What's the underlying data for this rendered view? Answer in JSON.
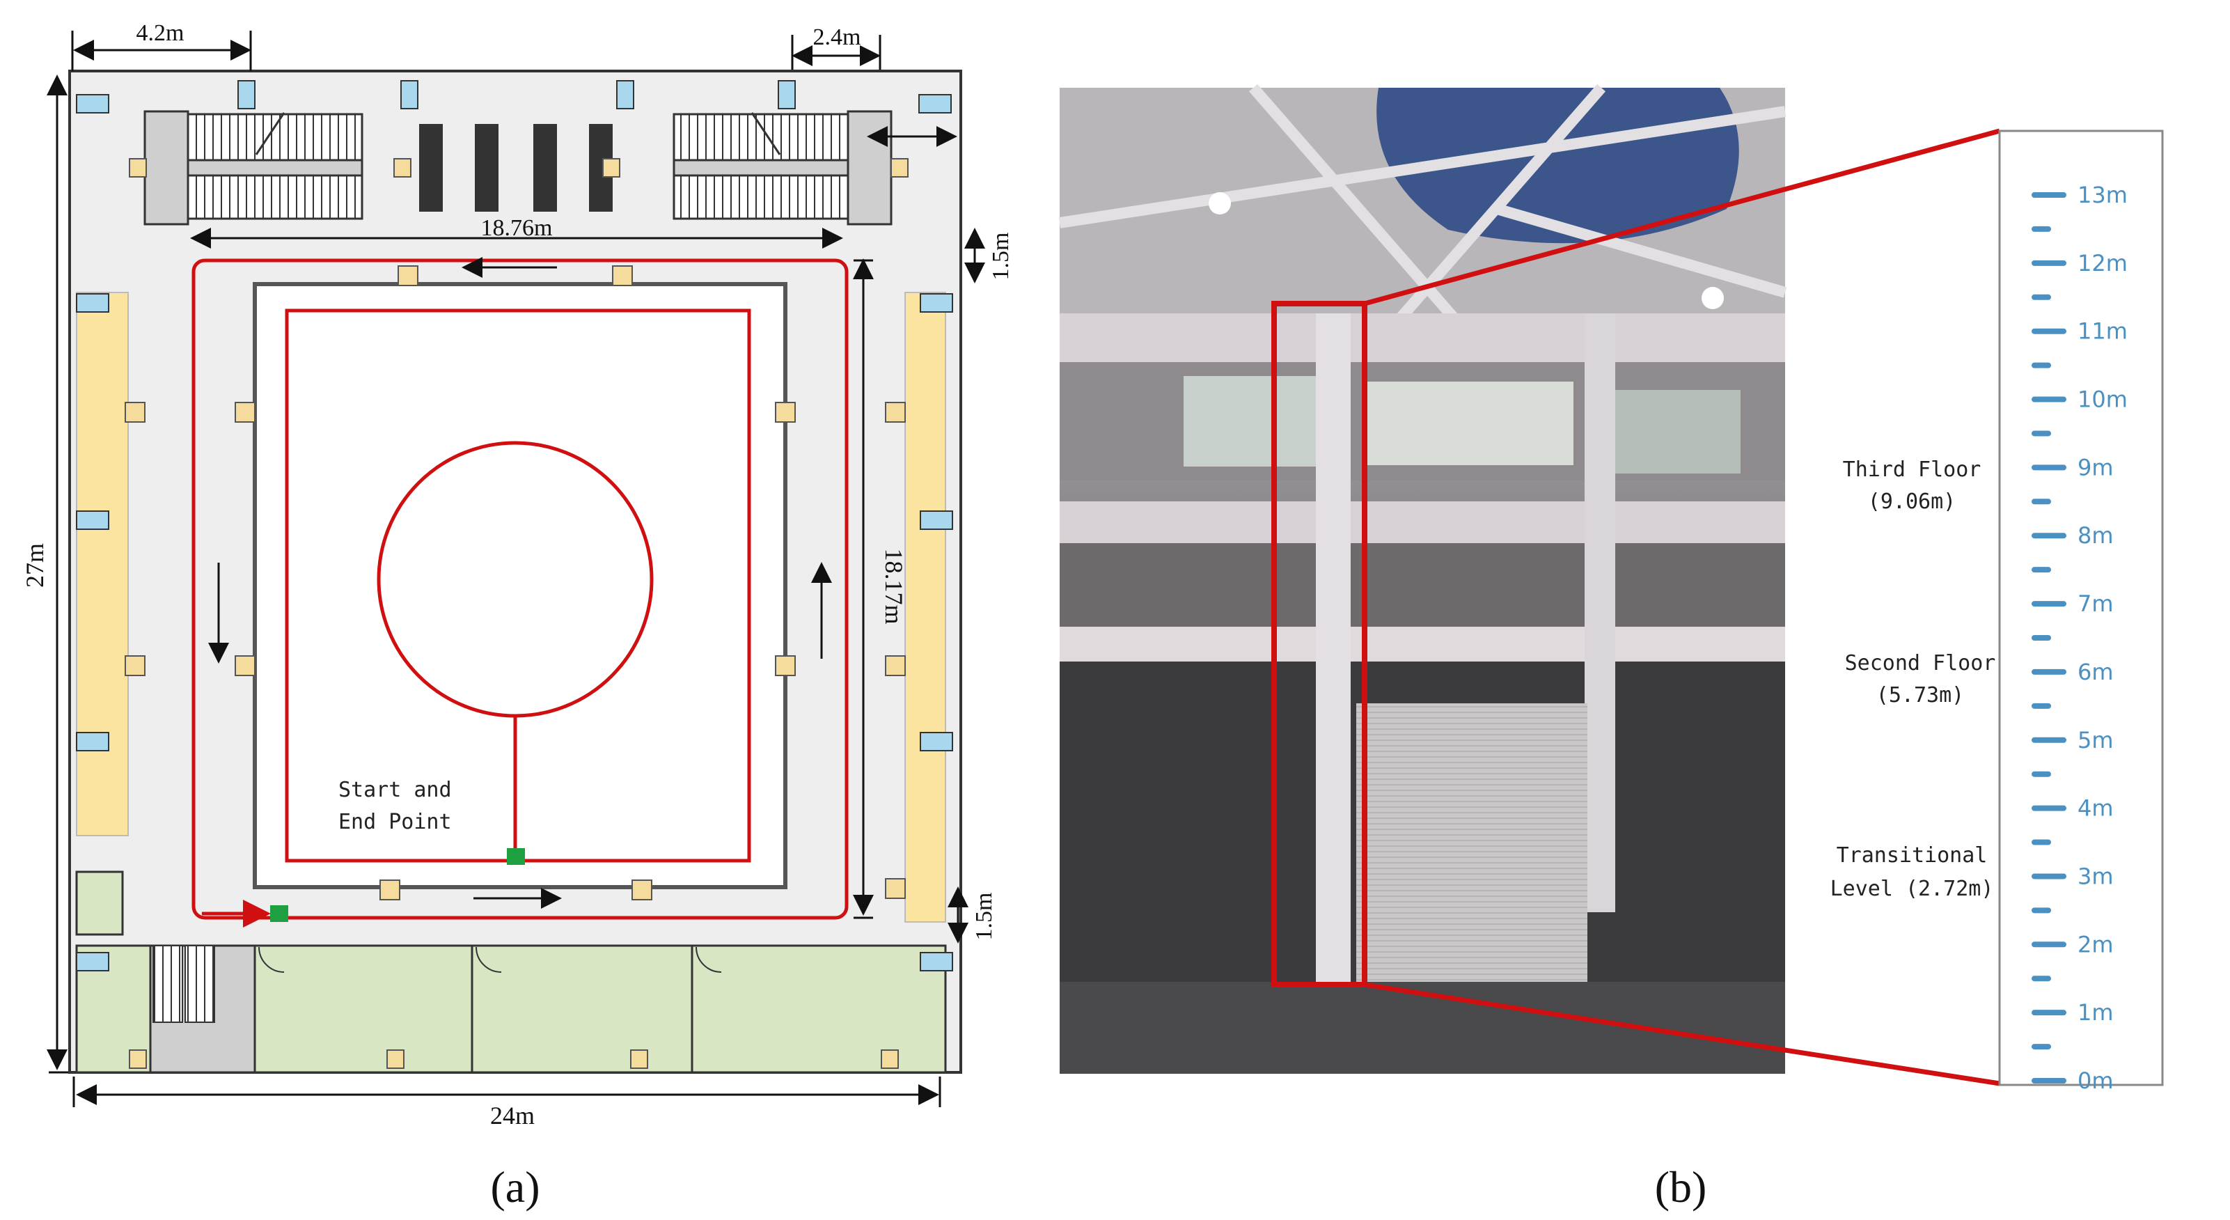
{
  "floor_plan": {
    "dimensions": {
      "stair_offset_left": "4.2m",
      "stair_offset_right": "2.4m",
      "inner_width": "18.76m",
      "corridor_top": "1.5m",
      "inner_height": "18.17m",
      "corridor_bottom": "1.5m",
      "total_height": "27m",
      "total_width": "24m"
    },
    "start_label_line1": "Start and",
    "start_label_line2": "End Point",
    "colors": {
      "route": "#d01010",
      "start_marker": "#1fa040",
      "yellow_zone": "#fbe3a0",
      "room_green": "#d8e6c4",
      "floor_gray": "#eeeeee"
    }
  },
  "height_scale": {
    "ticks": [
      "13m",
      "12m",
      "11m",
      "10m",
      "9m",
      "8m",
      "7m",
      "6m",
      "5m",
      "4m",
      "3m",
      "2m",
      "1m",
      "0m"
    ],
    "levels": [
      {
        "name": "Third Floor",
        "value": "(9.06m)"
      },
      {
        "name": "Second Floor",
        "value": "(5.73m)"
      },
      {
        "name": "Transitional",
        "value": "Level (2.72m)"
      }
    ],
    "tick_color": "#4a90c2"
  },
  "panels": {
    "a": "(a)",
    "b": "(b)"
  }
}
